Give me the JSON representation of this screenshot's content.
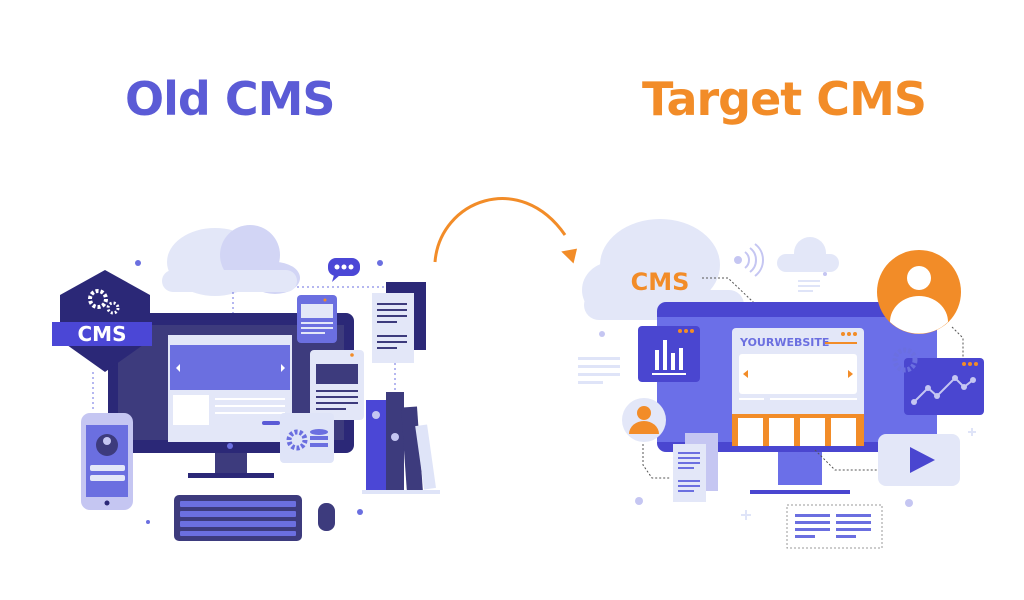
{
  "titles": {
    "old": "Old CMS",
    "target": "Target CMS"
  },
  "old_illustration": {
    "badge_label": "CMS"
  },
  "target_illustration": {
    "cloud_label": "CMS",
    "website_label": "YOURWEBSITE"
  },
  "colors": {
    "old_accent": "#5b5bd6",
    "target_accent": "#f28c28",
    "navy": "#2b2877",
    "purple": "#6b6fe0",
    "light": "#dfe4f8"
  }
}
